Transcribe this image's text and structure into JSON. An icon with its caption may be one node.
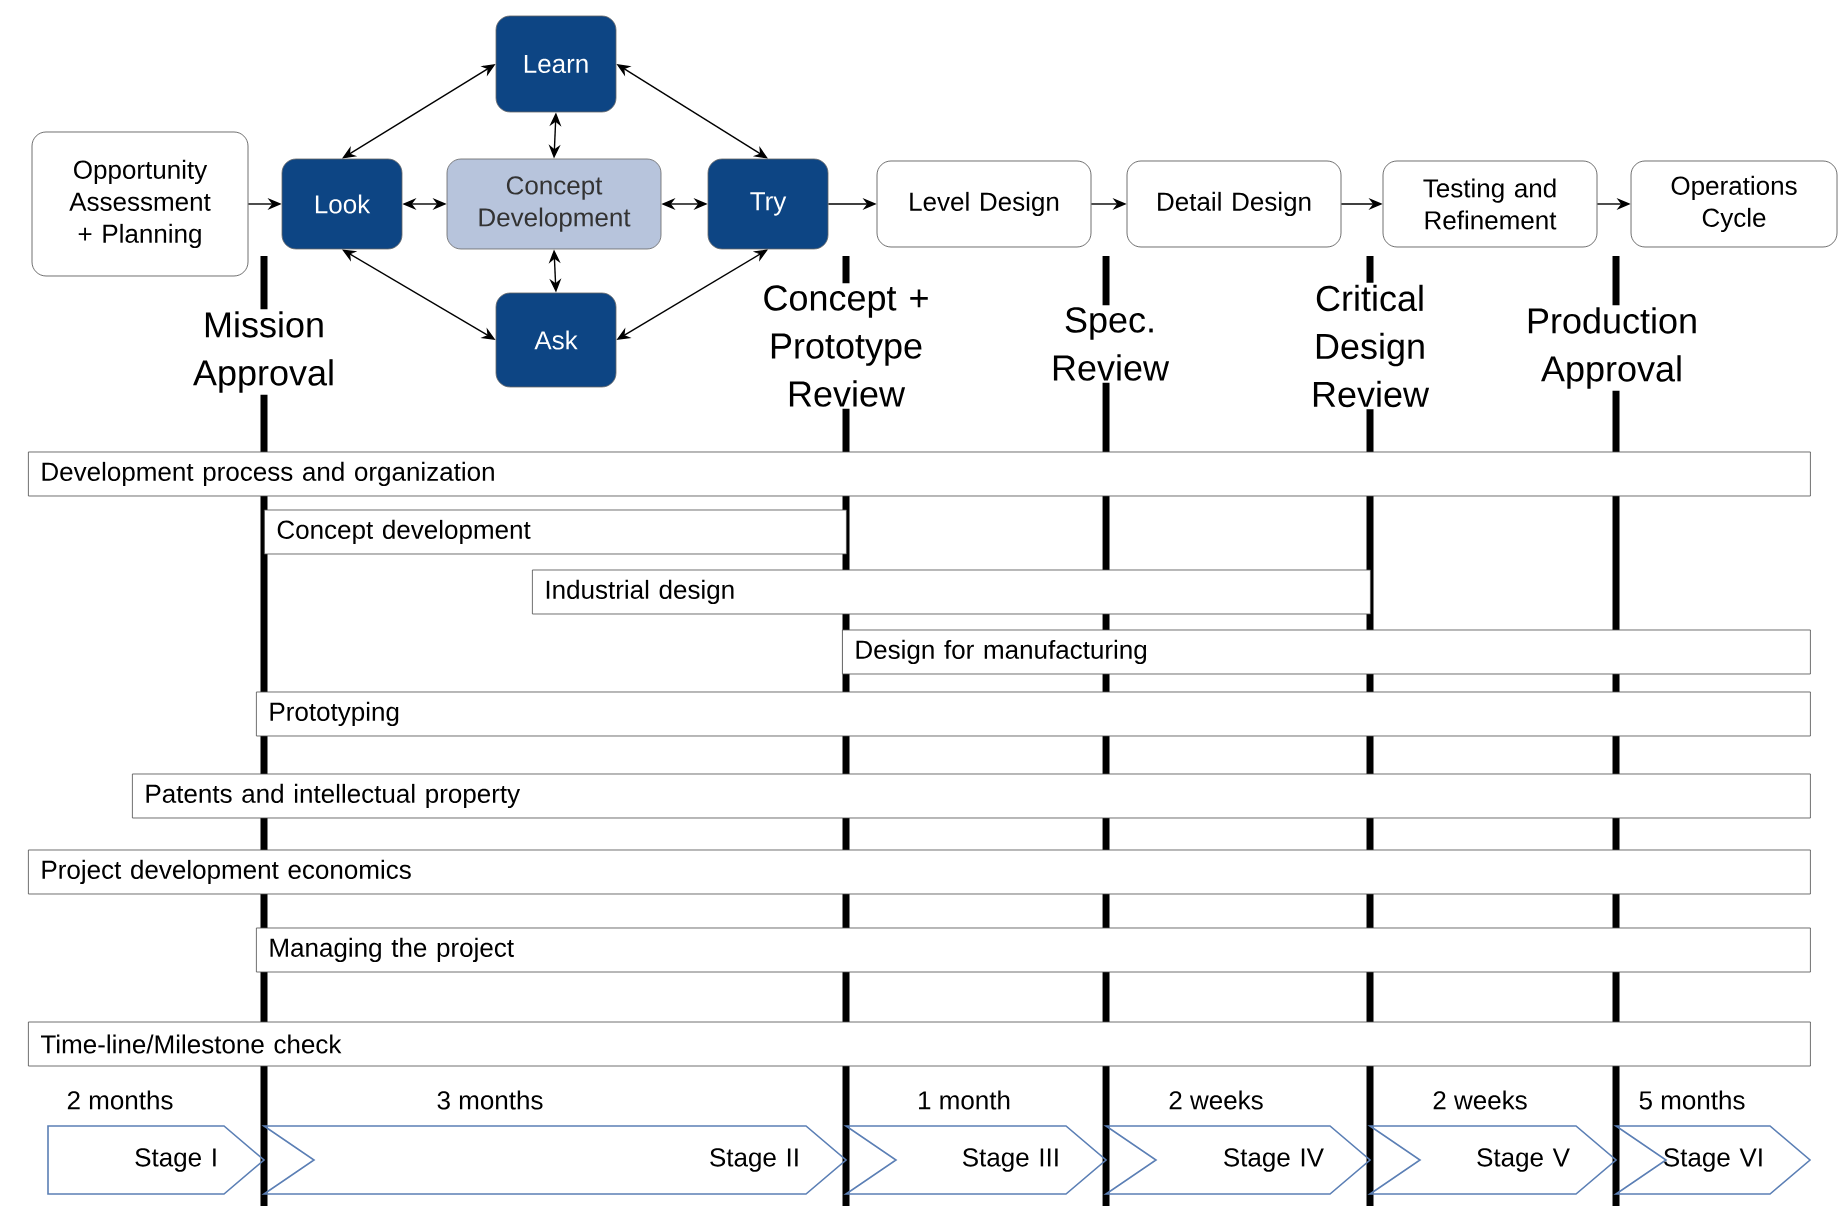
{
  "diagram": {
    "nodes": [
      {
        "text": [
          "Opportunity Assessment + Planning"
        ]
      },
      {
        "text": [
          "Learn"
        ]
      },
      {
        "text": [
          "Look"
        ]
      },
      {
        "text": [
          "Concept Development"
        ]
      },
      {
        "text": [
          "Try"
        ]
      },
      {
        "text": [
          "Ask"
        ]
      },
      {
        "text": [
          "Level Design"
        ]
      },
      {
        "text": [
          "Detail Design"
        ]
      },
      {
        "text": [
          "Testing and Refinement"
        ]
      },
      {
        "text": [
          "Operations Cycle"
        ]
      },
      {
        "text": [
          "Development process and organization"
        ]
      },
      {
        "text": [
          "Concept development"
        ]
      },
      {
        "text": [
          "Industrial design"
        ]
      },
      {
        "text": [
          "Design for manufacturing"
        ]
      },
      {
        "text": [
          "Prototyping"
        ]
      },
      {
        "text": [
          "Patents and intellectual property"
        ]
      },
      {
        "text": [
          "Project development economics"
        ]
      },
      {
        "text": [
          "Managing the project"
        ]
      },
      {
        "text": [
          "Time-line/Milestone check"
        ]
      },
      {
        "text": [
          "Stage I"
        ],
        "beside": [
          "2 months"
        ]
      },
      {
        "text": [
          "Stage II"
        ],
        "beside": [
          "3 months"
        ]
      },
      {
        "text": [
          "Stage III"
        ],
        "beside": [
          "1 month"
        ]
      },
      {
        "text": [
          "Stage IV"
        ],
        "beside": [
          "2 weeks"
        ]
      },
      {
        "text": [
          "Stage V"
        ],
        "beside": [
          "2 weeks"
        ]
      },
      {
        "text": [
          "Stage VI"
        ],
        "beside": [
          "5 months"
        ]
      }
    ],
    "edges": [
      {
        "from": 0,
        "to": 2,
        "arrow": "to"
      },
      {
        "from": 2,
        "to": 1,
        "arrow": "both"
      },
      {
        "from": 1,
        "to": 4,
        "arrow": "both"
      },
      {
        "from": 1,
        "to": 3,
        "arrow": "both"
      },
      {
        "from": 2,
        "to": 3,
        "arrow": "both"
      },
      {
        "from": 3,
        "to": 4,
        "arrow": "both"
      },
      {
        "from": 3,
        "to": 5,
        "arrow": "both"
      },
      {
        "from": 2,
        "to": 5,
        "arrow": "both"
      },
      {
        "from": 5,
        "to": 4,
        "arrow": "both"
      },
      {
        "from": 4,
        "to": 6,
        "arrow": "to"
      },
      {
        "from": 6,
        "to": 7,
        "arrow": "to"
      },
      {
        "from": 7,
        "to": 8,
        "arrow": "to"
      },
      {
        "from": 8,
        "to": 9,
        "arrow": "to"
      }
    ],
    "labels": [
      "Mission Approval",
      "Concept + Prototype Review",
      "Spec. Review",
      "Critical Design Review",
      "Production Approval"
    ]
  }
}
